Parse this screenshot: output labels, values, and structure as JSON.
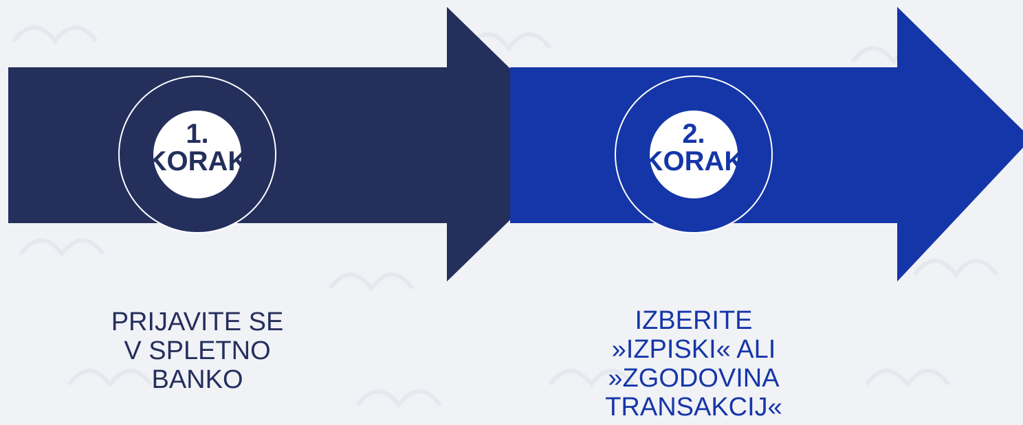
{
  "colors": {
    "background": "#f1f2f6",
    "step1": "#242f5c",
    "step2": "#1536a8",
    "circle_inner": "#ffffff",
    "watermark": "#e2e4ec"
  },
  "steps": [
    {
      "number": "1.",
      "label": "KORAK",
      "description": [
        "PRIJAVITE SE",
        "V SPLETNO",
        "BANKO"
      ]
    },
    {
      "number": "2.",
      "label": "KORAK",
      "description": [
        "IZBERITE",
        "»IZPISKI« ALI",
        "»ZGODOVINA",
        "TRANSAKCIJ«"
      ]
    }
  ]
}
